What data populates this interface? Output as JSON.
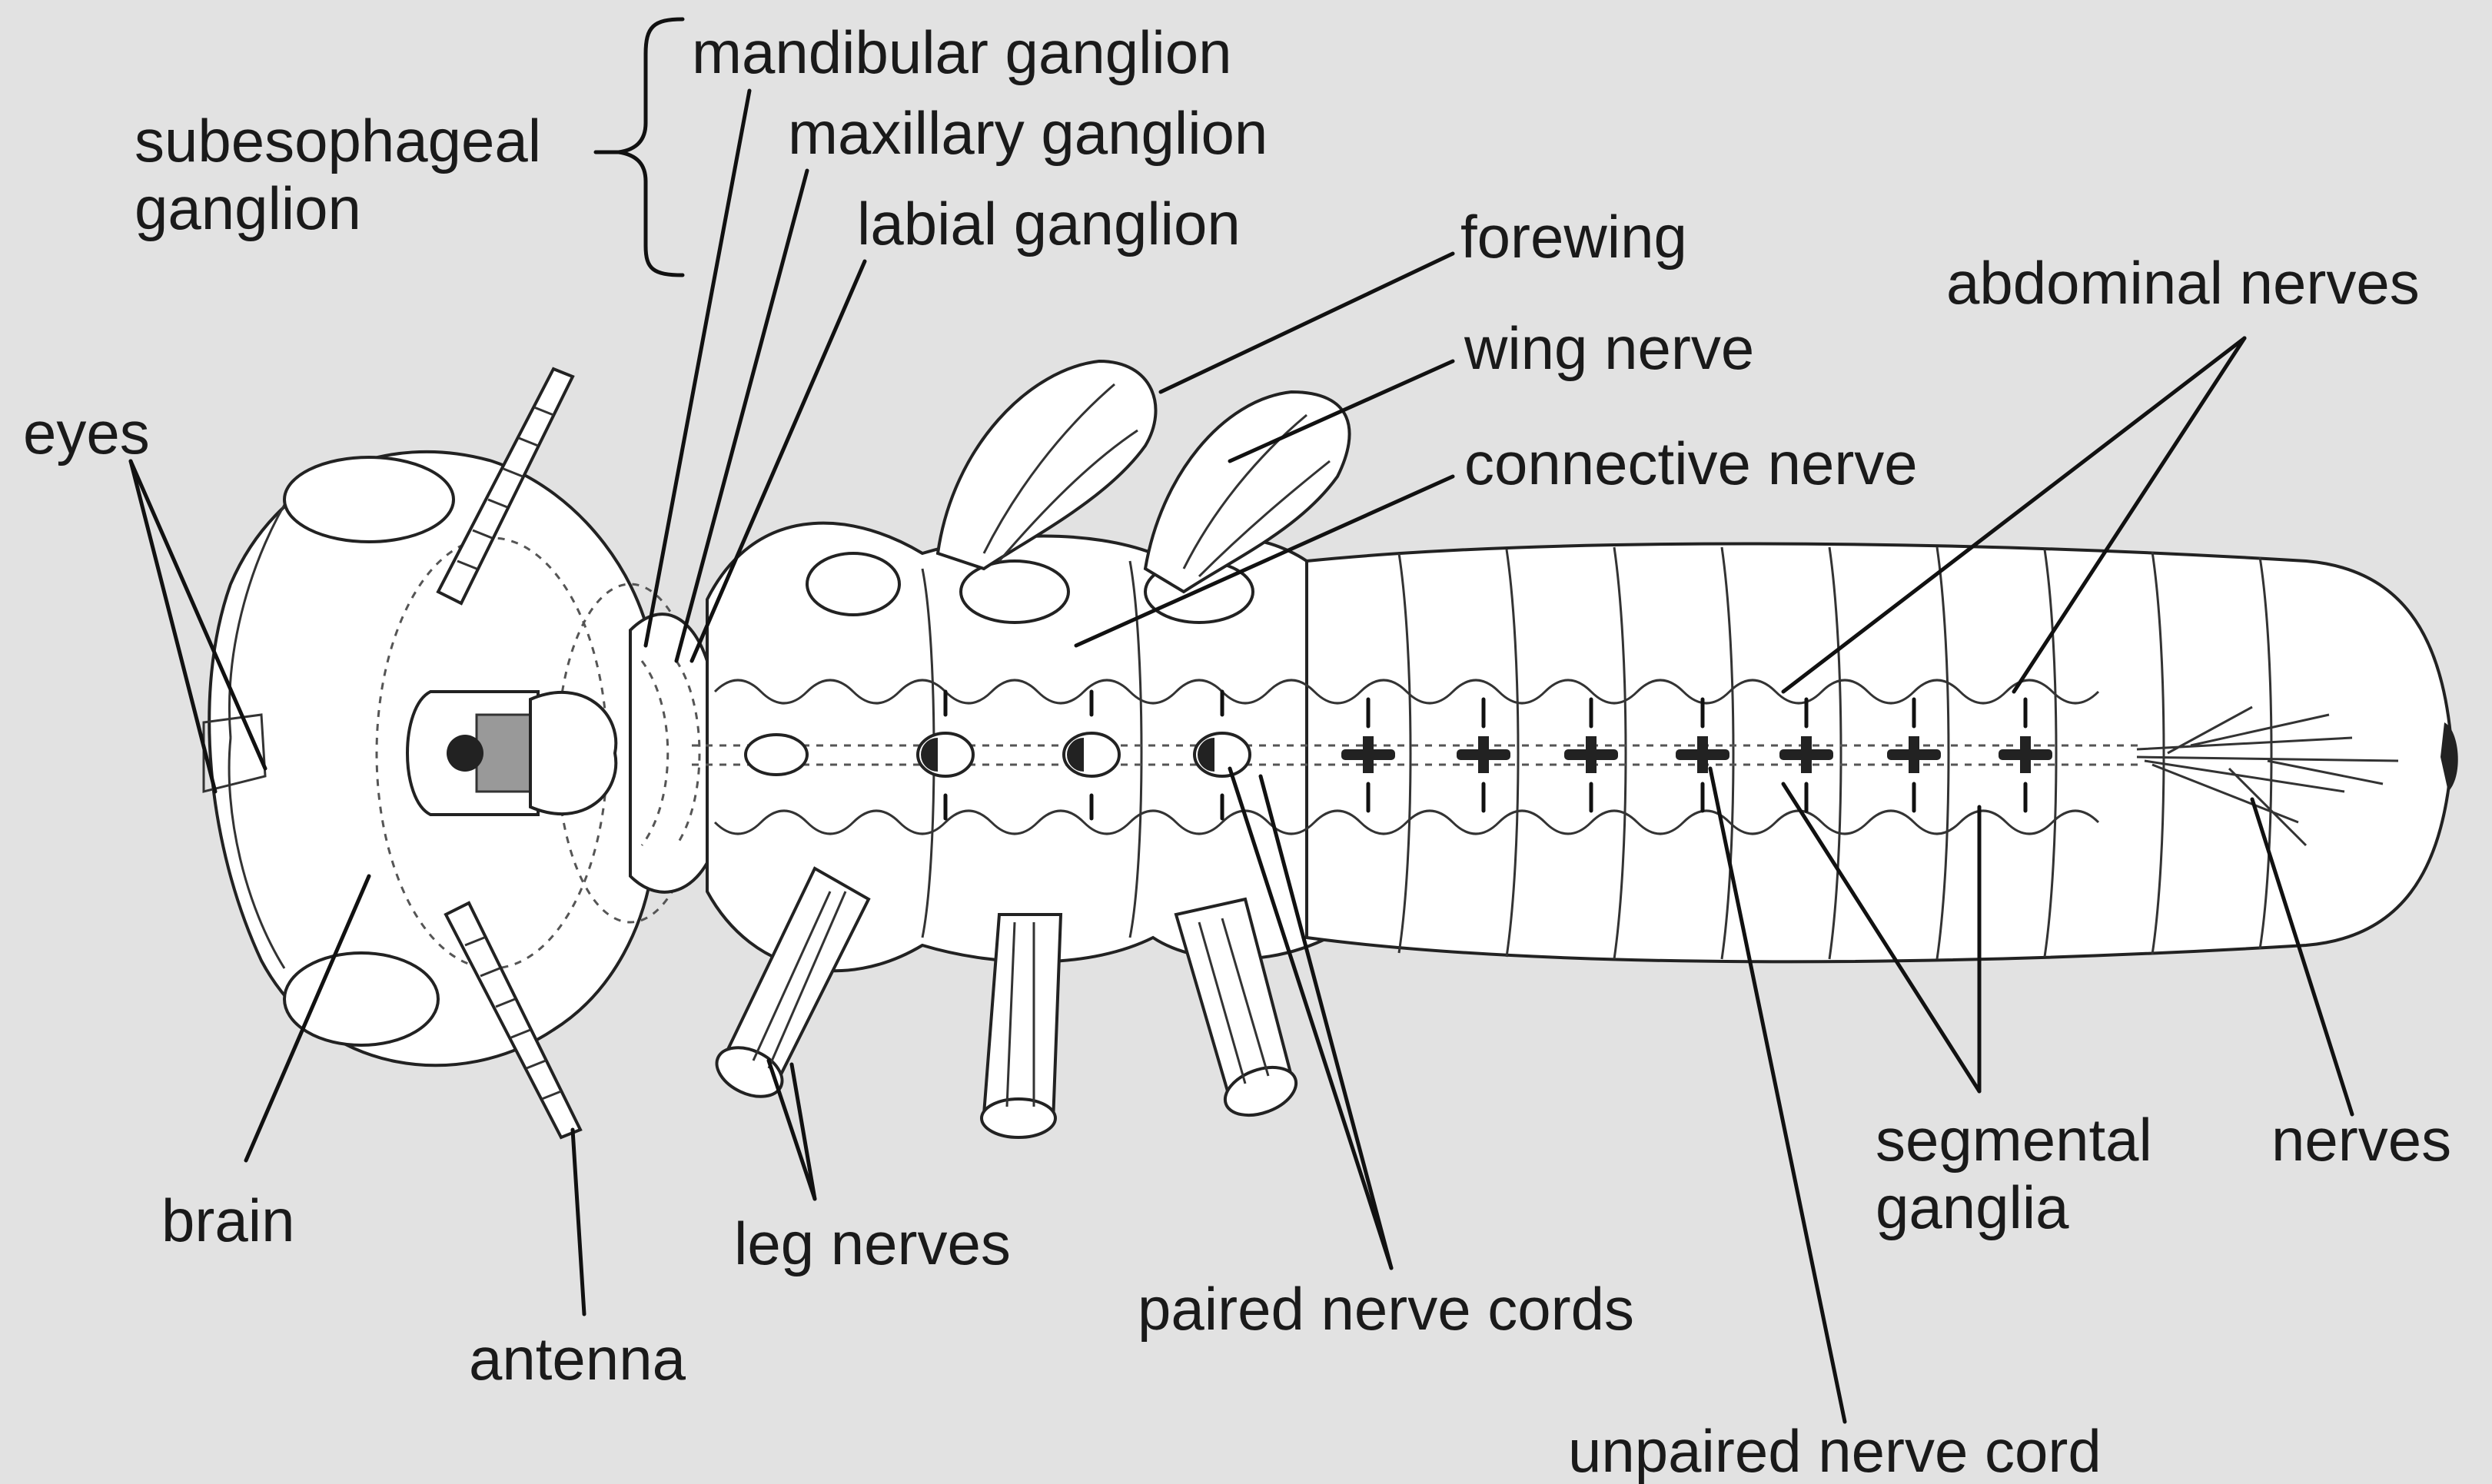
{
  "labels": {
    "subesophageal_line1": "subesophageal",
    "subesophageal_line2": "ganglion",
    "mandibular_ganglion": "mandibular ganglion",
    "maxillary_ganglion": "maxillary ganglion",
    "labial_ganglion": "labial ganglion",
    "forewing": "forewing",
    "wing_nerve": "wing nerve",
    "connective_nerve": "connective nerve",
    "abdominal_nerves": "abdominal nerves",
    "eyes": "eyes",
    "brain": "brain",
    "antenna": "antenna",
    "leg_nerves": "leg nerves",
    "paired_nerve_cords": "paired nerve cords",
    "unpaired_nerve_cord": "unpaired nerve cord",
    "segmental_line1": "segmental",
    "segmental_line2": "ganglia",
    "nerves": "nerves"
  }
}
